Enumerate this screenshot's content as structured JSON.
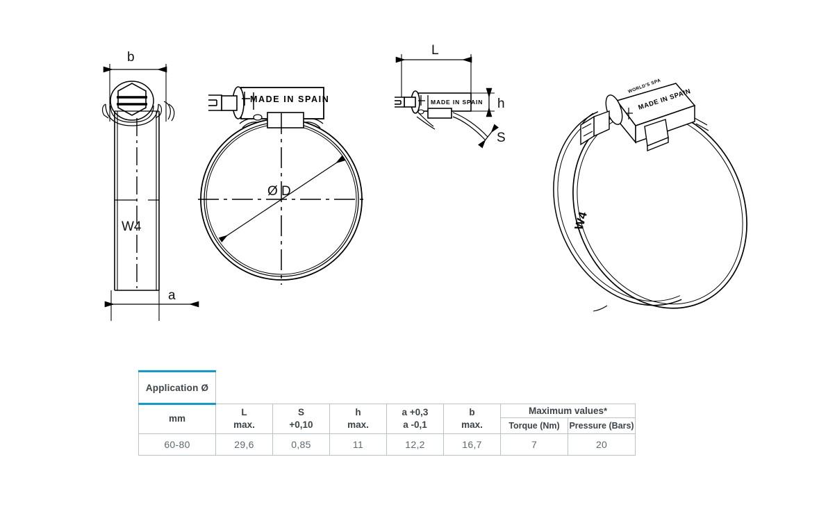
{
  "document": {
    "type": "technical-drawing",
    "subject": "W4 stainless steel worm-drive hose clamp",
    "background_color": "#ffffff",
    "line_color": "#000000",
    "accent_color": "#0d9bd8"
  },
  "views": {
    "view1": {
      "name": "edge-view-band-and-screw-housing",
      "labels": {
        "width_top": "b",
        "band_marking": "W4",
        "width_bottom": "a"
      }
    },
    "view2": {
      "name": "front-view-clamp-ring",
      "labels": {
        "diameter": "Ø D",
        "housing_stamp": "MADE IN SPAIN"
      }
    },
    "view3": {
      "name": "side-view-housing-profile",
      "labels": {
        "length": "L",
        "height": "h",
        "thickness": "S",
        "housing_stamp": "MADE IN SPAIN"
      }
    },
    "view4": {
      "name": "isometric-3d-view",
      "labels": {
        "housing_stamp": "MADE IN SPAIN",
        "band_marking": "W4",
        "secondary_stamp": "WORLD'S SPA"
      }
    }
  },
  "table": {
    "application_header": "Application Ø",
    "unit_row_label": "mm",
    "columns": [
      {
        "title": "L",
        "subtitle": "max."
      },
      {
        "title": "S",
        "subtitle": "+0,10"
      },
      {
        "title": "h",
        "subtitle": "max."
      },
      {
        "title": "a +0,3",
        "subtitle": "a -0,1"
      },
      {
        "title": "b",
        "subtitle": "max."
      }
    ],
    "group": {
      "title": "Maximum values",
      "footnote_mark": "*",
      "subcolumns": [
        "Torque (Nm)",
        "Pressure (Bars)"
      ]
    },
    "rows": [
      {
        "application": "60-80",
        "L_max": "29,6",
        "S_plus010": "0,85",
        "h_max": "11",
        "a_tol": "12,2",
        "b_max": "16,7",
        "torque_nm": "7",
        "pressure_bars": "20"
      }
    ]
  }
}
